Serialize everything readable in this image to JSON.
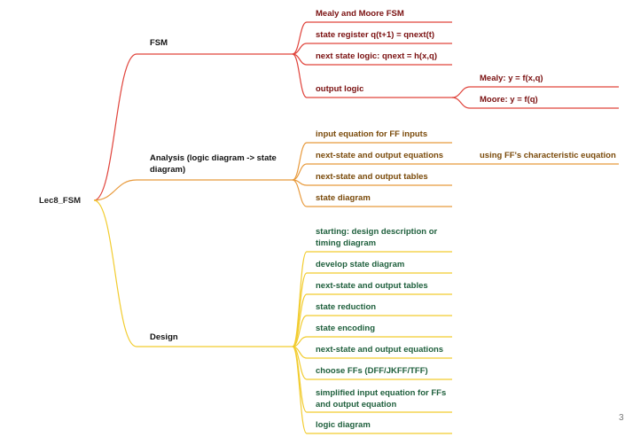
{
  "root": "Lec8_FSM",
  "fsm": {
    "label": "FSM",
    "children": [
      "Mealy and Moore FSM",
      "state register q(t+1) = qnext(t)",
      "next state logic: qnext = h(x,q)",
      "output logic"
    ],
    "output_logic_children": [
      "Mealy: y = f(x,q)",
      "Moore: y = f(q)"
    ]
  },
  "analysis": {
    "label": "Analysis (logic diagram -> state diagram)",
    "children": [
      "input equation for FF inputs",
      "next-state and output equations",
      "next-state and output tables",
      "state diagram"
    ],
    "equations_child": "using FF's characteristic euqation"
  },
  "design": {
    "label": "Design",
    "children": [
      "starting: design description or timing diagram",
      "develop state diagram",
      "next-state and output tables",
      "state reduction",
      "state encoding",
      "next-state and output equations",
      "choose FFs (DFF/JKFF/TFF)",
      "simplified input equation for FFs and output equation",
      "logic diagram"
    ]
  },
  "page_number": "3",
  "colors": {
    "fsm": "#e0433b",
    "analysis": "#e89a3c",
    "design": "#f2cc2f"
  }
}
